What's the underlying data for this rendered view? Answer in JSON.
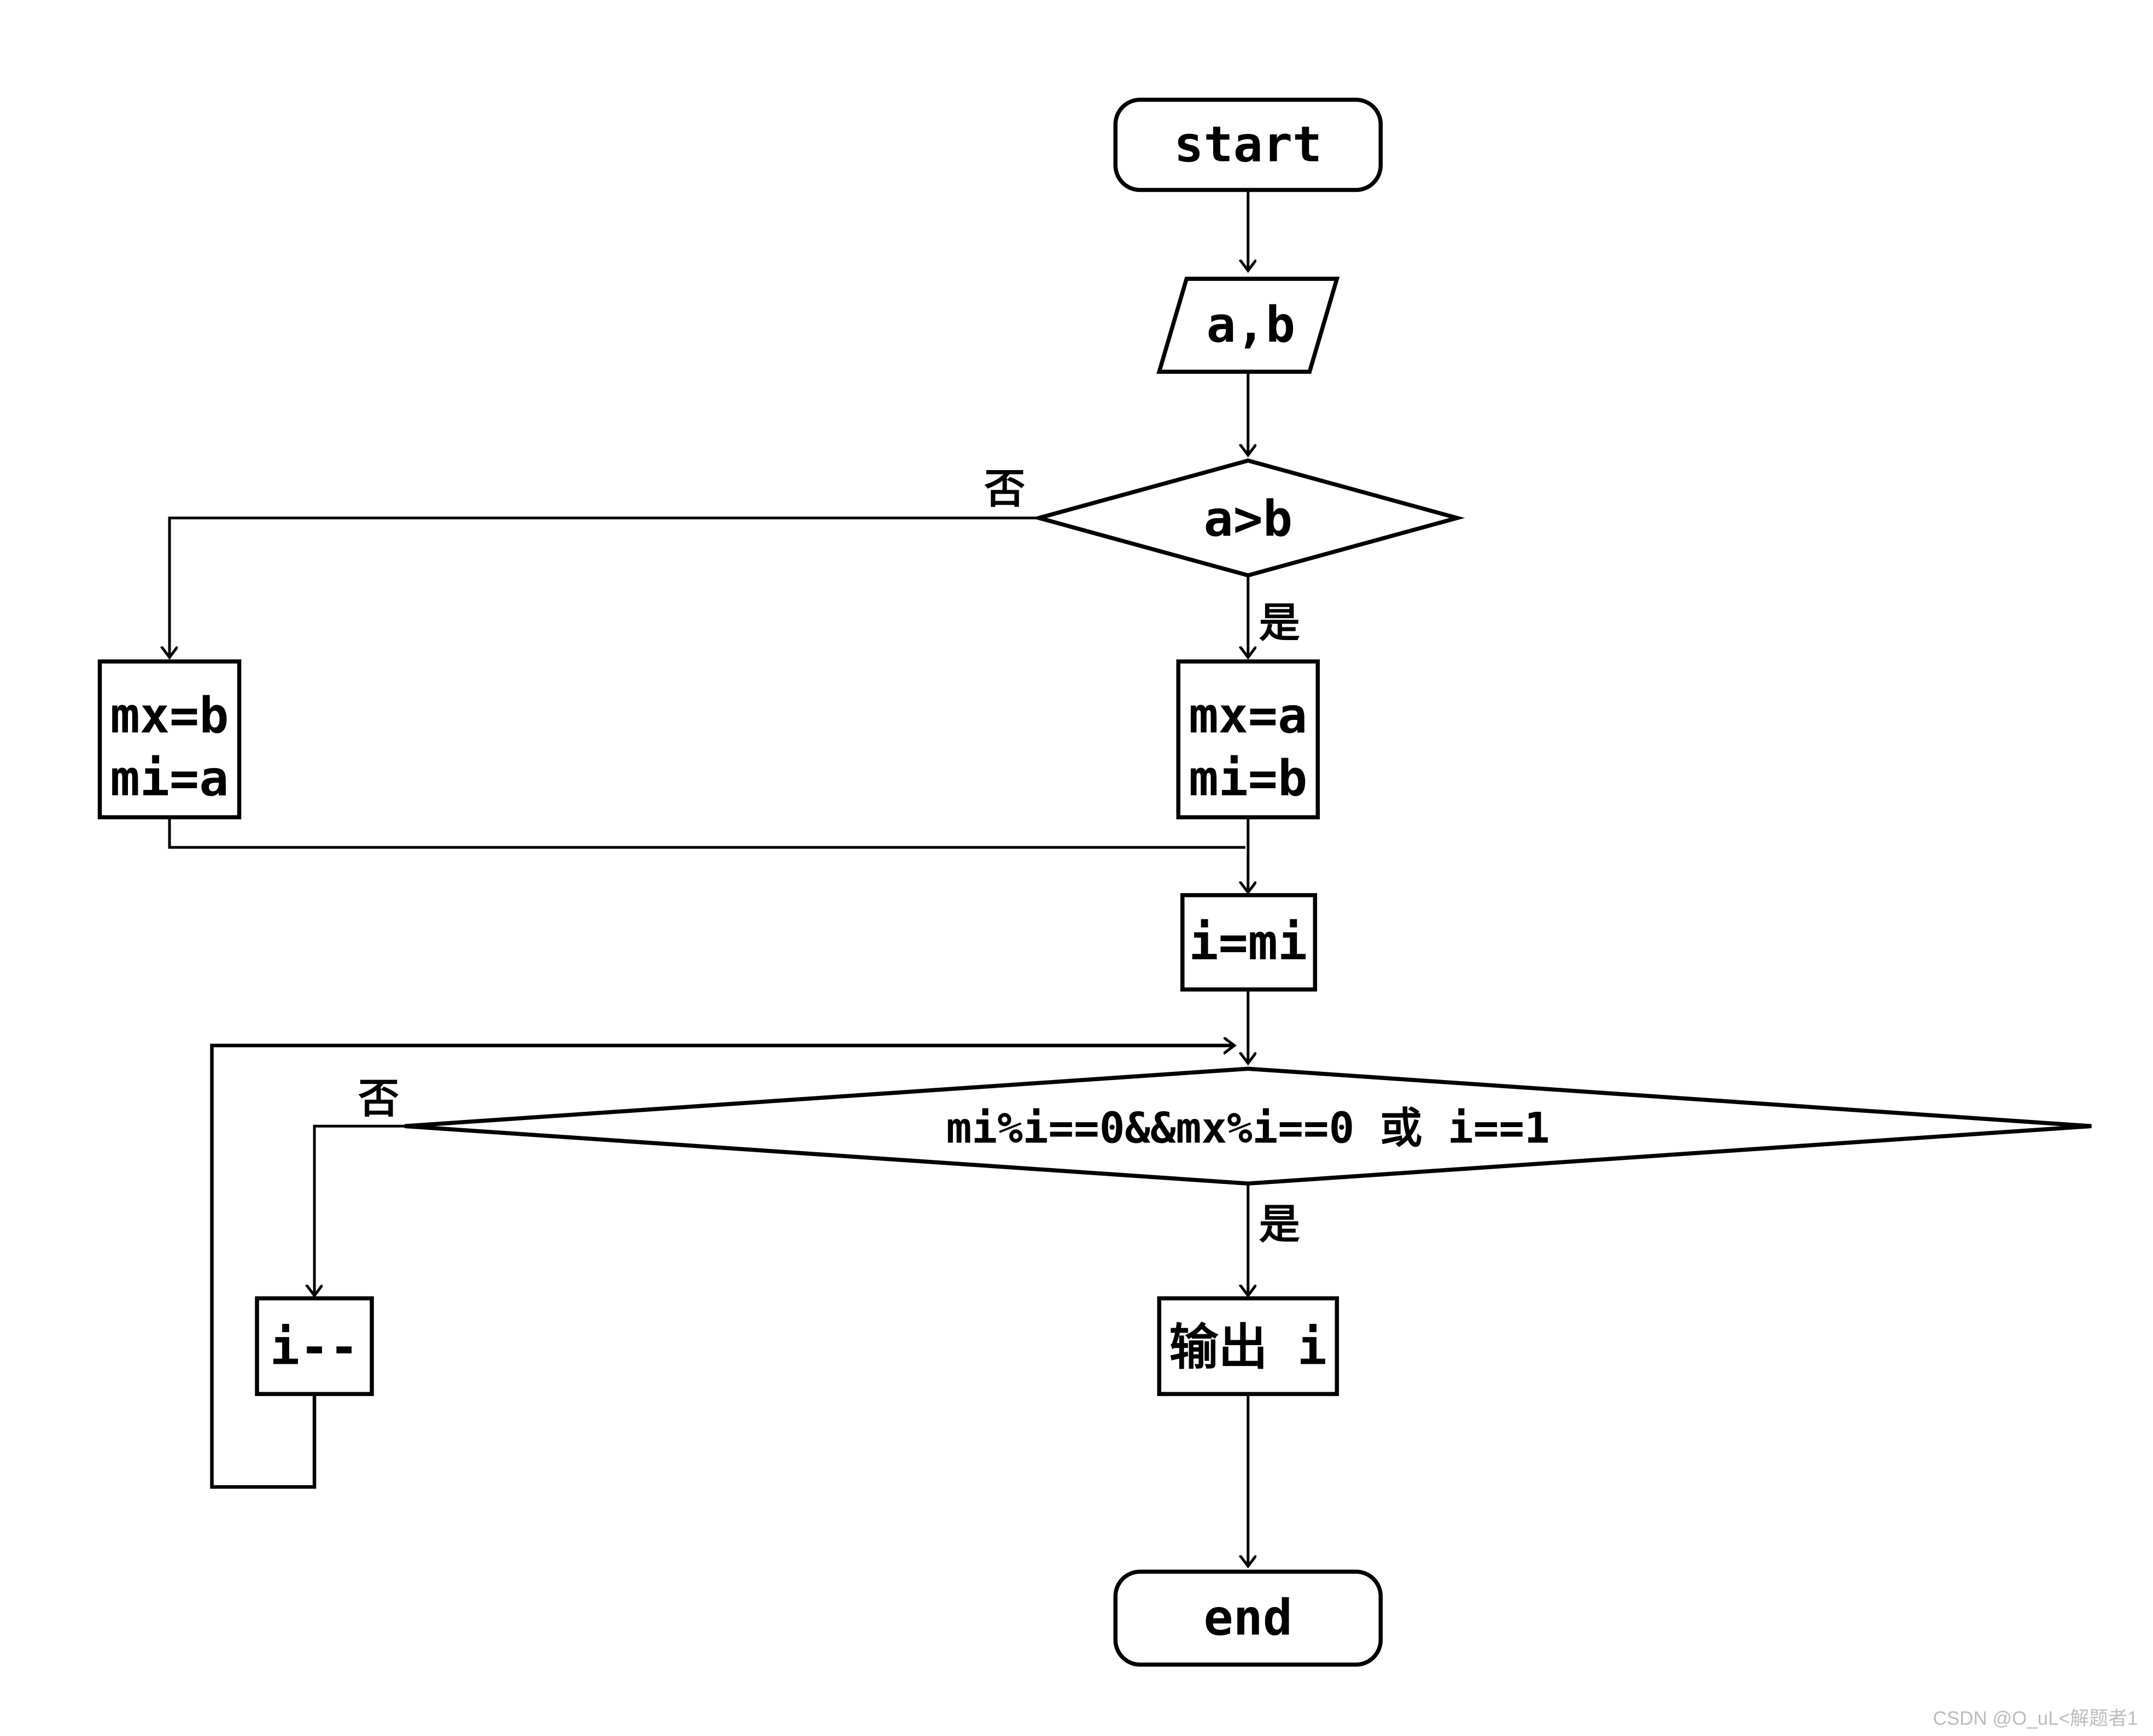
{
  "diagram": {
    "title": "flowchart",
    "nodes": {
      "start": {
        "label": "start",
        "type": "terminator"
      },
      "input_ab": {
        "label": "a,b",
        "type": "io-parallelogram"
      },
      "decision_a_gt_b": {
        "label": "a>b",
        "type": "decision"
      },
      "assign_left": {
        "line1": "mx=b",
        "line2": "mi=a",
        "type": "process"
      },
      "assign_right": {
        "line1": "mx=a",
        "line2": "mi=b",
        "type": "process"
      },
      "assign_i": {
        "label": "i=mi",
        "type": "process"
      },
      "decision_loop": {
        "label": "mi%i==0&&mx%i==0 或 i==1",
        "type": "decision"
      },
      "decrement": {
        "label": "i--",
        "type": "process"
      },
      "output": {
        "label": "输出 i",
        "type": "process"
      },
      "end": {
        "label": "end",
        "type": "terminator"
      }
    },
    "edge_labels": {
      "no_1": "否",
      "yes_1": "是",
      "no_2": "否",
      "yes_2": "是"
    },
    "colors": {
      "stroke": "#000000",
      "background": "#ffffff",
      "watermark": "#bcbcbc"
    }
  },
  "watermark": {
    "text": "CSDN @O_uL<解题者1"
  }
}
